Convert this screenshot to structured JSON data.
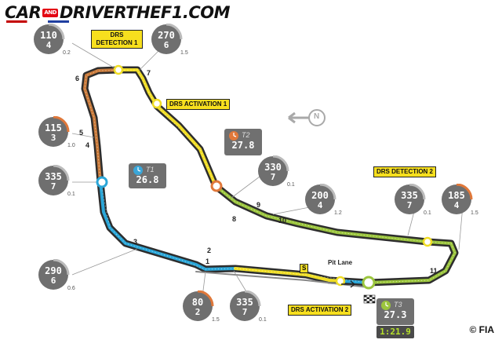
{
  "logo": {
    "part1": "CAR",
    "and": "AND",
    "part2": "DRIVERTHEF1.COM"
  },
  "gauges": [
    {
      "id": "g1",
      "speed": "110",
      "gear": "4",
      "g": "0.2"
    },
    {
      "id": "g2",
      "speed": "270",
      "gear": "6",
      "g": "1.5"
    },
    {
      "id": "g3",
      "speed": "115",
      "gear": "3",
      "g": "1.0"
    },
    {
      "id": "g4",
      "speed": "335",
      "gear": "7",
      "g": "0.1"
    },
    {
      "id": "g5",
      "speed": "330",
      "gear": "7",
      "g": "0.1"
    },
    {
      "id": "g6",
      "speed": "200",
      "gear": "4",
      "g": "1.2"
    },
    {
      "id": "g7",
      "speed": "335",
      "gear": "7",
      "g": "0.1"
    },
    {
      "id": "g8",
      "speed": "185",
      "gear": "4",
      "g": "1.5"
    },
    {
      "id": "g9",
      "speed": "290",
      "gear": "6",
      "g": "0.6"
    },
    {
      "id": "g10",
      "speed": "80",
      "gear": "2",
      "g": "1.5"
    },
    {
      "id": "g11",
      "speed": "335",
      "gear": "7",
      "g": "0.1"
    }
  ],
  "drs": {
    "detection1": "DRS\nDETECTION 1",
    "activation1": "DRS ACTIVATION 1",
    "detection2": "DRS DETECTION 2",
    "activation2": "DRS ACTIVATION 2"
  },
  "timing": {
    "t1": {
      "label": "T1",
      "value": "26.8"
    },
    "t2": {
      "label": "T2",
      "value": "27.8"
    },
    "t3": {
      "label": "T3",
      "value": "27.3"
    },
    "lap": "1:21.9"
  },
  "turns": [
    "1",
    "2",
    "3",
    "4",
    "5",
    "6",
    "7",
    "8",
    "9",
    "10",
    "11"
  ],
  "pit_lane": "Pit Lane",
  "pit_marker": "S",
  "compass": "N",
  "sector_colors": {
    "s1": "#2aa6d8",
    "s2": "#f0dd25",
    "s3": "#9bc53d",
    "brake": "#e0783a"
  },
  "credit": "© FIA"
}
